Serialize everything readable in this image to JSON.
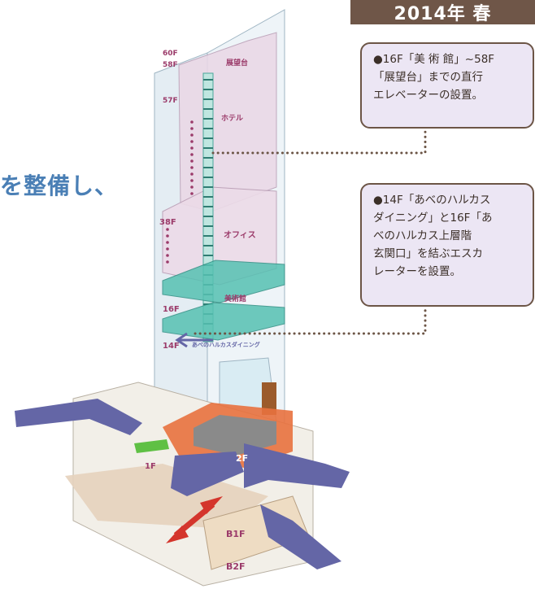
{
  "header": {
    "season_label": "2014年 春"
  },
  "headline": {
    "fragment": "を整備し、"
  },
  "callouts": [
    {
      "text": "●16F「美 術 館」~58F\n「展望台」までの直行\nエレベーターの設置。"
    },
    {
      "text": "●14F「あべのハルカス\nダイニング」と16F「あ\nべのハルカス上層階\n玄関口」を結ぶエスカ\nレーターを設置。"
    }
  ],
  "diagram": {
    "floors": {
      "f60": "60F",
      "f58": "58F",
      "f57": "57F",
      "f38": "38F",
      "f16": "16F",
      "f14": "14F",
      "f2": "2F",
      "f1": "1F",
      "b1": "B1F",
      "b2": "B2F"
    },
    "zones": {
      "observatory": "展望台",
      "hotel": "ホテル",
      "office": "オフィス",
      "museum": "美術館",
      "dining": "あべのハルカスダイニング"
    }
  },
  "colors": {
    "badge": "#6f5648",
    "callout_bg": "#ece6f4",
    "callout_border": "#6c5546",
    "headline": "#4a7fb5",
    "leader_dots": "#6c5546",
    "walkway": "#6466a6",
    "orange_route": "#e8713e",
    "teal_floor": "#4fbfae",
    "green_route": "#5fc044",
    "red_arrow": "#d4352c"
  }
}
